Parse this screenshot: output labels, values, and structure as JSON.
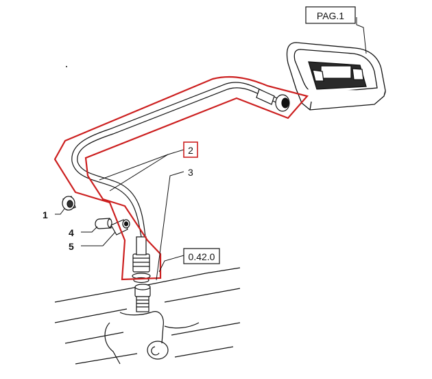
{
  "callouts": {
    "page_ref": "PAG.1",
    "ref_0420": "0.42.0"
  },
  "parts": {
    "p1": "1",
    "p2": "2",
    "p3": "3",
    "p4": "4",
    "p5": "5"
  },
  "colors": {
    "highlight": "#cc1f1f",
    "line": "#111111"
  }
}
